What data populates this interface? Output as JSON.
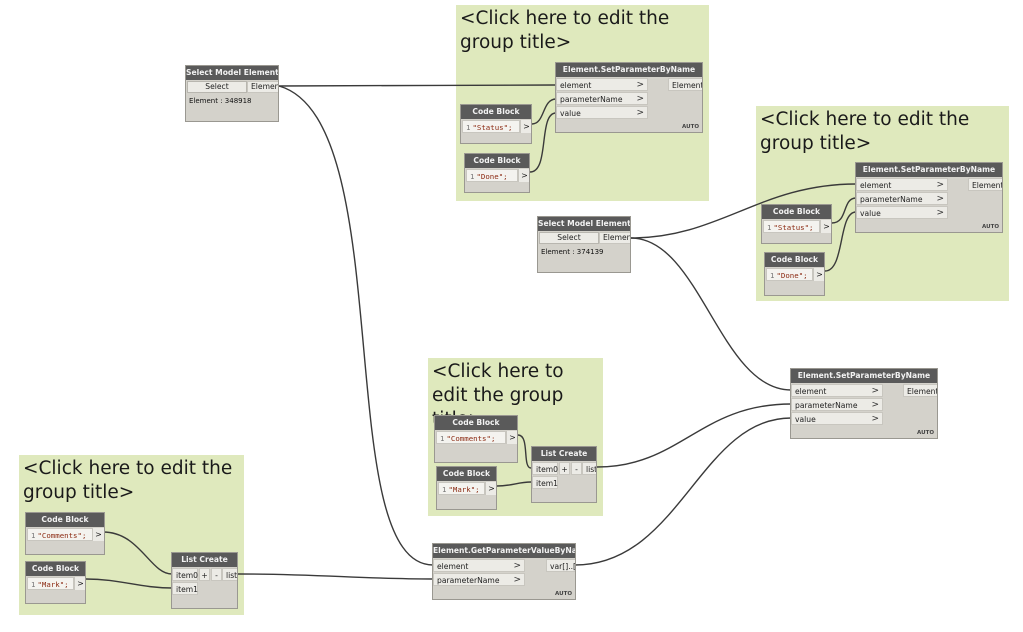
{
  "group_title_text": "<Click here to edit the group title>",
  "select_nodes": [
    {
      "header": "Select Model Element",
      "button": "Select",
      "output": "Element",
      "info": "Element : 348918"
    },
    {
      "header": "Select Model Element",
      "button": "Select",
      "output": "Element",
      "info": "Element : 374139"
    }
  ],
  "set_param_nodes": [
    {
      "header": "Element.SetParameterByName",
      "inputs": [
        "element",
        "parameterName",
        "value"
      ],
      "output": "Element",
      "lacing": "AUTO"
    },
    {
      "header": "Element.SetParameterByName",
      "inputs": [
        "element",
        "parameterName",
        "value"
      ],
      "output": "Element",
      "lacing": "AUTO"
    },
    {
      "header": "Element.SetParameterByName",
      "inputs": [
        "element",
        "parameterName",
        "value"
      ],
      "output": "Element",
      "lacing": "AUTO"
    }
  ],
  "code_blocks": [
    {
      "header": "Code Block",
      "line": "1",
      "code": "\"Status\";",
      "out": ">"
    },
    {
      "header": "Code Block",
      "line": "1",
      "code": "\"Done\";",
      "out": ">"
    },
    {
      "header": "Code Block",
      "line": "1",
      "code": "\"Status\";",
      "out": ">"
    },
    {
      "header": "Code Block",
      "line": "1",
      "code": "\"Done\";",
      "out": ">"
    },
    {
      "header": "Code Block",
      "line": "1",
      "code": "\"Comments\";",
      "out": ">"
    },
    {
      "header": "Code Block",
      "line": "1",
      "code": "\"Mark\";",
      "out": ">"
    },
    {
      "header": "Code Block",
      "line": "1",
      "code": "\"Comments\";",
      "out": ">"
    },
    {
      "header": "Code Block",
      "line": "1",
      "code": "\"Mark\";",
      "out": ">"
    }
  ],
  "list_create_nodes": [
    {
      "header": "List Create",
      "inputs": [
        "item0",
        "item1"
      ],
      "plus": "+",
      "minus": "-",
      "output": "list"
    },
    {
      "header": "List Create",
      "inputs": [
        "item0",
        "item1"
      ],
      "plus": "+",
      "minus": "-",
      "output": "list"
    }
  ],
  "get_param_node": {
    "header": "Element.GetParameterValueByName",
    "inputs": [
      "element",
      "parameterName"
    ],
    "output": "var[]..[]",
    "lacing": "AUTO"
  }
}
